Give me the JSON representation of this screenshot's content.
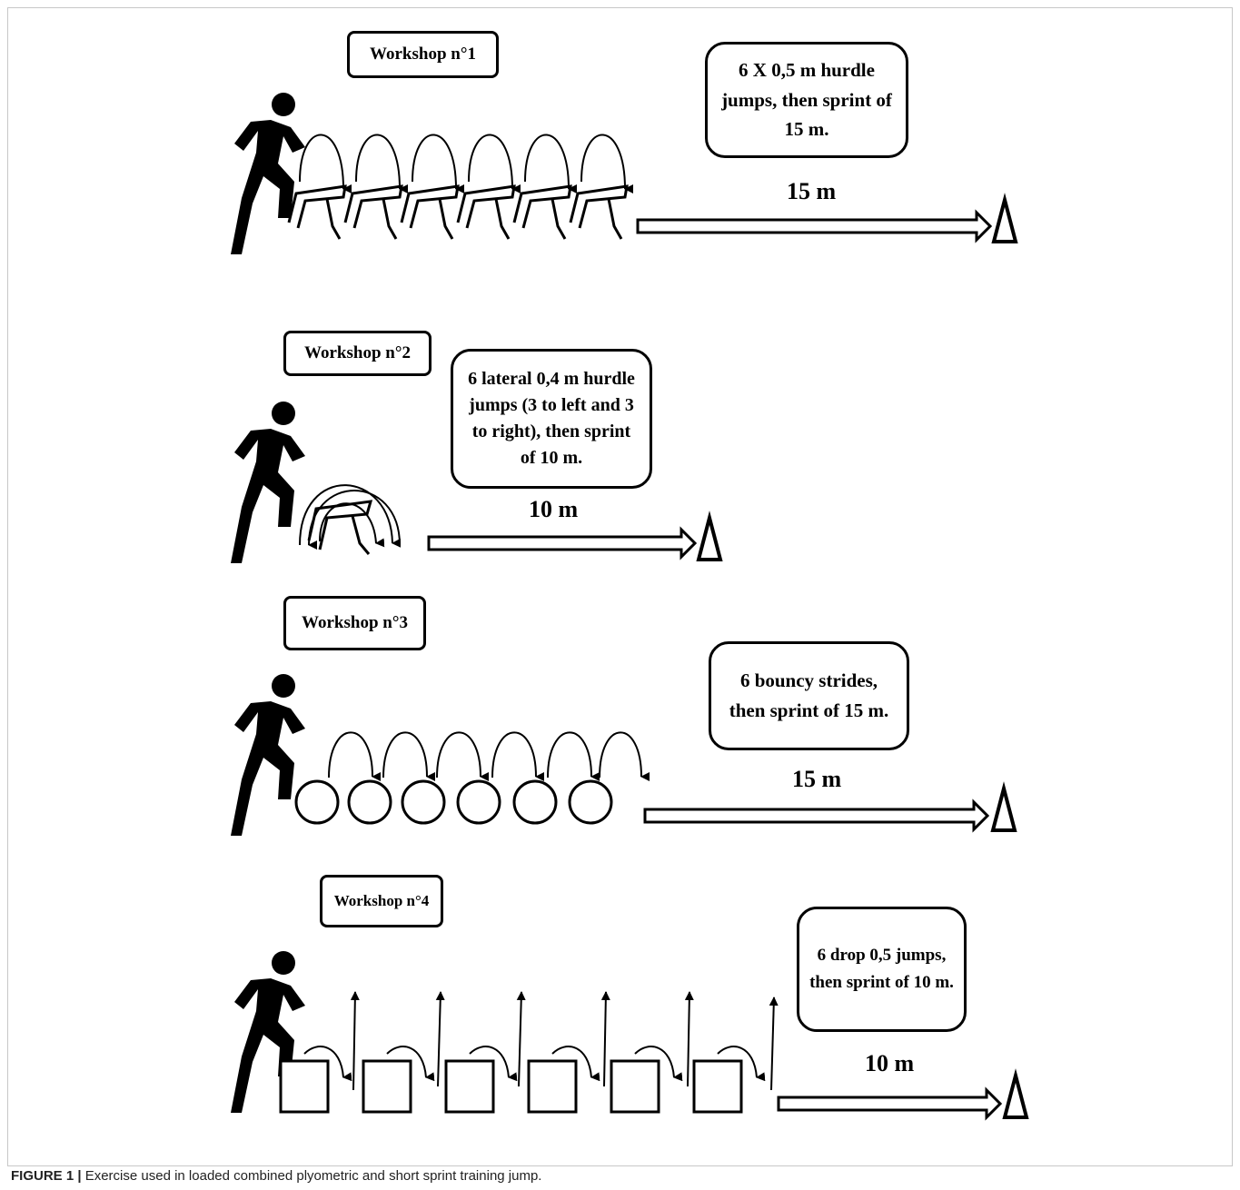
{
  "workshops": [
    {
      "title": "Workshop n°1",
      "description": "6 X 0,5 m hurdle jumps, then sprint of 15 m.",
      "distance": "15 m"
    },
    {
      "title": "Workshop n°2",
      "description": "6 lateral 0,4 m hurdle jumps (3 to left and 3 to right), then sprint of 10 m.",
      "distance": "10 m"
    },
    {
      "title": "Workshop n°3",
      "description": "6 bouncy strides, then sprint of 15 m.",
      "distance": "15 m"
    },
    {
      "title": "Workshop n°4",
      "description": "6 drop 0,5 jumps, then sprint of 10 m.",
      "distance": "10 m"
    }
  ],
  "caption": {
    "label": "FIGURE 1 |",
    "text": " Exercise used in loaded combined plyometric and short sprint training jump."
  },
  "icons": {
    "athlete": "running-athlete-icon",
    "hurdle": "hurdle-icon",
    "ring": "ring-marker-icon",
    "box": "plyo-box-icon",
    "cone": "cone-icon",
    "sprint_arrow": "sprint-arrow-icon"
  }
}
